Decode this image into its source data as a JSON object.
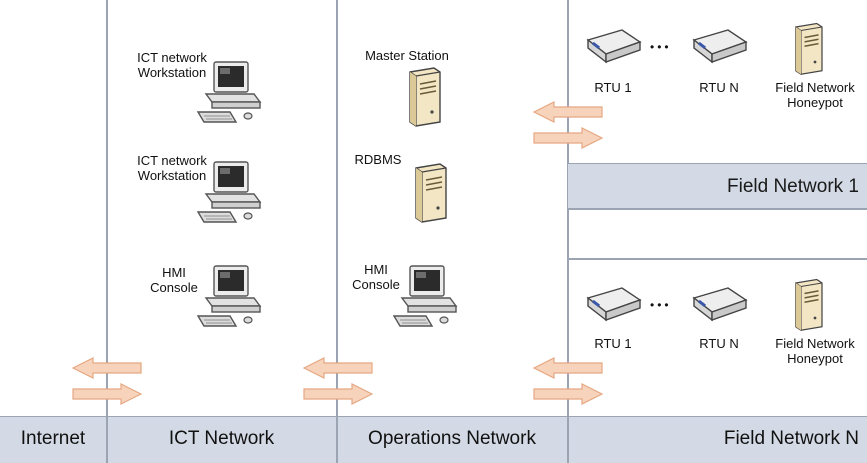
{
  "zones": {
    "internet": "Internet",
    "ict": "ICT Network",
    "operations": "Operations Network",
    "field1": "Field Network 1",
    "fieldN": "Field Network N"
  },
  "ict_devices": {
    "ws1": [
      "ICT network",
      "Workstation"
    ],
    "ws2": [
      "ICT network",
      "Workstation"
    ],
    "hmi": [
      "HMI",
      "Console"
    ]
  },
  "ops_devices": {
    "master": "Master Station",
    "rdbms": "RDBMS",
    "hmi": [
      "HMI",
      "Console"
    ]
  },
  "field1_devices": {
    "rtu1": "RTU 1",
    "ellipsis": "•••",
    "rtuN": "RTU N",
    "honeypot": [
      "Field Network",
      "Honeypot"
    ]
  },
  "fieldN_devices": {
    "rtu1": "RTU 1",
    "ellipsis": "•••",
    "rtuN": "RTU N",
    "honeypot": [
      "Field Network",
      "Honeypot"
    ]
  },
  "colors": {
    "band": "#d3dae5",
    "divider": "#9aa4b3",
    "arrow_fill": "#f8d3bb",
    "arrow_stroke": "#e5a882"
  }
}
